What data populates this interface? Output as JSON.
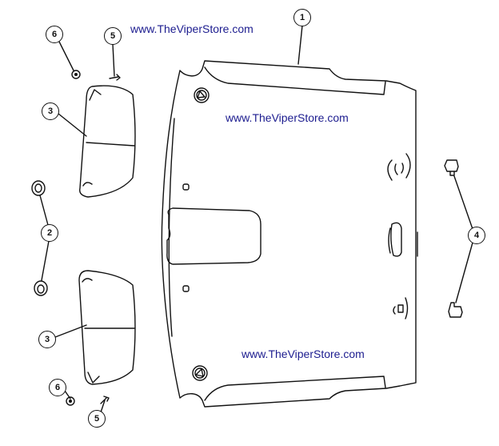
{
  "watermarks": [
    "www.TheViperStore.com",
    "www.TheViperStore.com",
    "www.TheViperStore.com"
  ],
  "callouts": {
    "headliner": "1",
    "visor_clip": "2",
    "sun_visor_upper": "3",
    "sun_visor_lower": "3",
    "retainer_clip": "4",
    "screw_upper": "5",
    "screw_lower": "5",
    "washer_upper": "6",
    "washer_lower": "6"
  }
}
